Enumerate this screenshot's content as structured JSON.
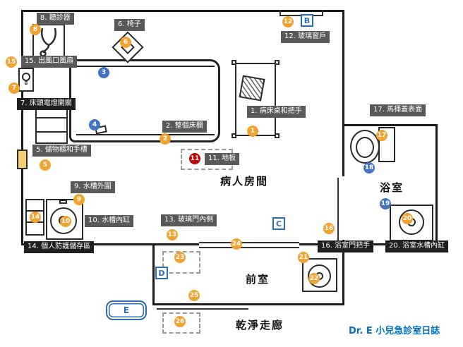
{
  "credit": "Dr. E 小兒急診室日誌",
  "rooms": {
    "patient_room": "病人房間",
    "bathroom": "浴室",
    "anteroom": "前室",
    "corridor": "乾淨走廊"
  },
  "labels": {
    "l1": "1. 病床桌和把手",
    "l2": "2. 整個床欄",
    "l5": "5. 儲物櫃和手槽",
    "l6": "6. 椅子",
    "l7": "7. 床頭電燈開關",
    "l8": "8. 聽診器",
    "l9": "9. 水槽外圍",
    "l10": "10. 水槽內缸",
    "l11": "11. 地板",
    "l12": "12. 玻璃窗戶",
    "l13": "13. 玻璃門內側",
    "l14": "14. 個人防護儲存區",
    "l15": "15. 出風口風扇",
    "l16": "16. 浴室門把手",
    "l17": "17. 馬桶蓋表面",
    "l20": "20. 浴室水槽內缸"
  },
  "badges": {
    "b1": "1",
    "b2": "2",
    "b3": "3",
    "b4": "4",
    "b5": "5",
    "b6": "6",
    "b7": "7",
    "b8": "8",
    "b9": "9",
    "b10": "10",
    "b11": "11",
    "b12": "12",
    "b13": "13",
    "b14": "14",
    "b15": "15",
    "b16": "16",
    "b17": "17",
    "b18": "18",
    "b19": "19",
    "b20": "20",
    "b21": "21",
    "b22": "22",
    "b23": "23",
    "b24": "24",
    "b25": "25",
    "b26": "26"
  },
  "letters": {
    "B": "B",
    "C": "C",
    "D": "D",
    "E": "E"
  },
  "colors": {
    "badge_yellow": "#F0A330",
    "badge_blue": "#4472C4",
    "badge_red": "#C00000",
    "label_bg": "#595959",
    "label_bg_dark": "#1F1F1F",
    "wall": "#1A1A1A",
    "letter_blue": "#2E6DB4",
    "credit_blue": "#0070C0"
  }
}
